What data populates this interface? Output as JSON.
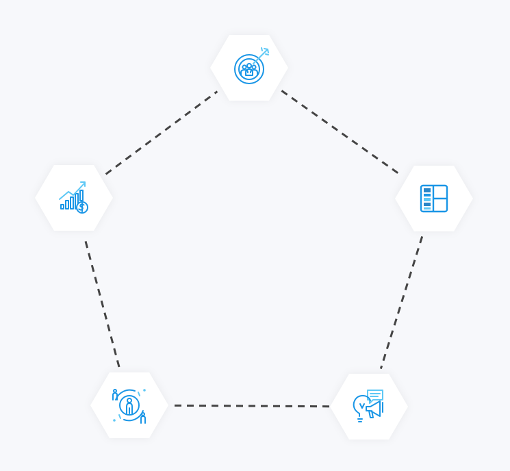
{
  "diagram": {
    "accent_color": "#1a96e6",
    "light_accent_color": "#5ec8f5",
    "connector_color": "#444444",
    "background_color": "#f7f8fb",
    "node_fill_color": "#ffffff",
    "connector_style": "dashed",
    "shape": "pentagon",
    "nodes": [
      {
        "id": "top",
        "icon": "target-audience-icon"
      },
      {
        "id": "right",
        "icon": "layout-panel-icon"
      },
      {
        "id": "bottom-right",
        "icon": "idea-megaphone-icon"
      },
      {
        "id": "bottom-left",
        "icon": "customer-focus-icon"
      },
      {
        "id": "left",
        "icon": "revenue-growth-icon"
      }
    ],
    "edges": [
      [
        "top",
        "right"
      ],
      [
        "right",
        "bottom-right"
      ],
      [
        "bottom-right",
        "bottom-left"
      ],
      [
        "bottom-left",
        "left"
      ],
      [
        "left",
        "top"
      ]
    ]
  }
}
